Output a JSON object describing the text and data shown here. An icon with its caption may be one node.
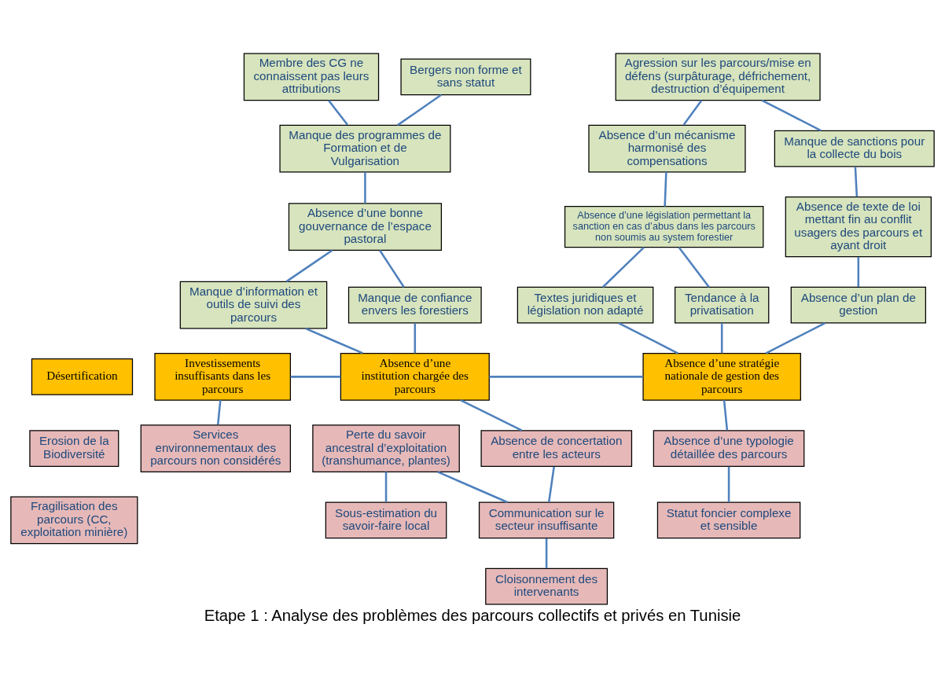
{
  "diagram": {
    "caption": "Etape 1 : Analyse des problèmes des parcours collectifs et privés en Tunisie",
    "nodes": [
      {
        "text": [
          "Membre des CG ne connaissent pas leurs attributions"
        ]
      },
      {
        "text": [
          "Bergers non forme et sans statut"
        ]
      },
      {
        "text": [
          "Agression sur les parcours/mise en défens (surpâturage, défrichement, destruction d’équipement"
        ]
      },
      {
        "text": [
          "Manque des programmes de Formation et de Vulgarisation"
        ]
      },
      {
        "text": [
          "Manque de sanctions pour la collecte du bois"
        ]
      },
      {
        "text": [
          "Absence d’un mécanisme harmonisé des compensations"
        ]
      },
      {
        "text": [
          "Absence d’une bonne gouvernance de l’espace pastoral"
        ]
      },
      {
        "text": [
          "Absence de texte de loi mettant fin au conflit usagers des parcours et ayant droit"
        ]
      },
      {
        "text": [
          "Absence d’une législation permettant la sanction en cas d’abus dans les parcours non soumis au system forestier"
        ]
      },
      {
        "text": [
          "Manque d’information et outils de suivi des parcours"
        ]
      },
      {
        "text": [
          "Manque de confiance envers les forestiers"
        ]
      },
      {
        "text": [
          "Absence d’un plan de gestion"
        ]
      },
      {
        "text": [
          "Textes juridiques et législation non adapté"
        ]
      },
      {
        "text": [
          "Tendance à la privatisation"
        ]
      },
      {
        "text": [
          "Absence d’une institution chargée des parcours"
        ]
      },
      {
        "text": [
          "Absence d’une stratégie nationale de gestion des parcours"
        ]
      },
      {
        "text": [
          "Désertification"
        ]
      },
      {
        "text": [
          "Investissements insuffisants dans les parcours"
        ]
      },
      {
        "text": [
          "Erosion de la Biodiversité"
        ]
      },
      {
        "text": [
          "Absence de concertation entre les acteurs"
        ]
      },
      {
        "text": [
          "Absence d’une typologie détaillée des parcours"
        ]
      },
      {
        "text": [
          "Perte du savoir ancestral d’exploitation (transhumance, plantes)"
        ]
      },
      {
        "text": [
          "Services environnementaux des parcours non considérés"
        ]
      },
      {
        "text": [
          "Communication sur le secteur insuffisante"
        ]
      },
      {
        "text": [
          "Fragilisation des parcours (CC, exploitation minière)"
        ]
      },
      {
        "text": [
          "Sous-estimation du savoir-faire local"
        ]
      },
      {
        "text": [
          "Cloisonnement des intervenants"
        ]
      },
      {
        "text": [
          "Statut foncier complexe et sensible"
        ]
      }
    ],
    "edges": [
      {
        "from": 0,
        "to": 3,
        "arrow": "none"
      },
      {
        "from": 1,
        "to": 3,
        "arrow": "none"
      },
      {
        "from": 2,
        "to": 4,
        "arrow": "none"
      },
      {
        "from": 3,
        "to": 6,
        "arrow": "none"
      },
      {
        "from": 2,
        "to": 5,
        "arrow": "none"
      },
      {
        "from": 4,
        "to": 7,
        "arrow": "none"
      },
      {
        "from": 5,
        "to": 8,
        "arrow": "none"
      },
      {
        "from": 6,
        "to": 9,
        "arrow": "none"
      },
      {
        "from": 6,
        "to": 10,
        "arrow": "none"
      },
      {
        "from": 7,
        "to": 11,
        "arrow": "none"
      },
      {
        "from": 8,
        "to": 12,
        "arrow": "none"
      },
      {
        "from": 8,
        "to": 13,
        "arrow": "none"
      },
      {
        "from": 9,
        "to": 14,
        "arrow": "none"
      },
      {
        "from": 10,
        "to": 14,
        "arrow": "none"
      },
      {
        "from": 11,
        "to": 15,
        "arrow": "none"
      },
      {
        "from": 12,
        "to": 15,
        "arrow": "none"
      },
      {
        "from": 13,
        "to": 15,
        "arrow": "none"
      },
      {
        "from": 17,
        "to": 14,
        "arrow": "none"
      },
      {
        "from": 14,
        "to": 15,
        "arrow": "none"
      },
      {
        "from": 14,
        "to": 19,
        "arrow": "none"
      },
      {
        "from": 15,
        "to": 20,
        "arrow": "none"
      },
      {
        "from": 17,
        "to": 22,
        "arrow": "none"
      },
      {
        "from": 19,
        "to": 23,
        "arrow": "none"
      },
      {
        "from": 23,
        "to": 21,
        "arrow": "none"
      },
      {
        "from": 21,
        "to": 25,
        "arrow": "none"
      },
      {
        "from": 23,
        "to": 26,
        "arrow": "none"
      },
      {
        "from": 20,
        "to": 27,
        "arrow": "none"
      }
    ]
  }
}
